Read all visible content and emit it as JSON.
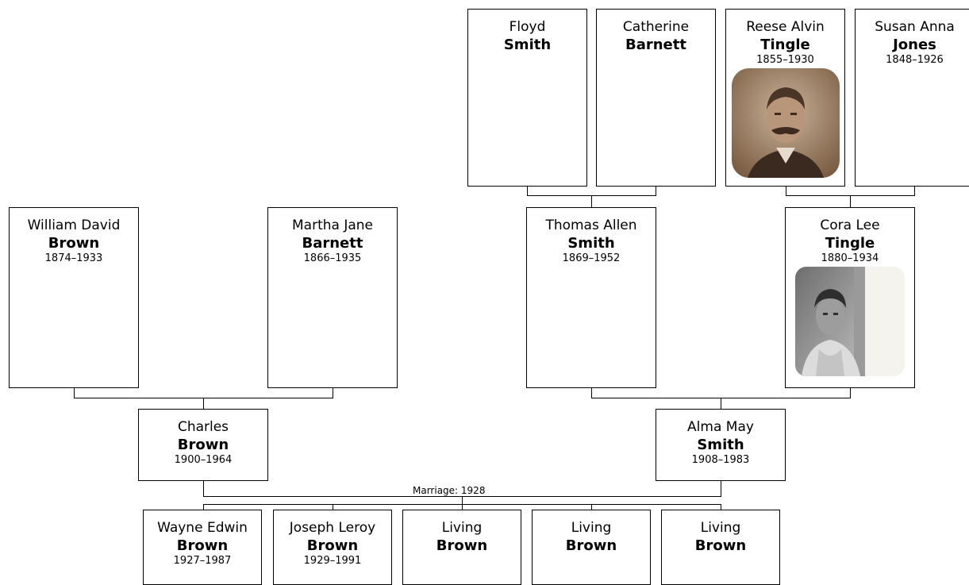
{
  "people": {
    "floyd_smith": {
      "given": "Floyd",
      "surname": "Smith",
      "dates": ""
    },
    "catherine_barnett": {
      "given": "Catherine",
      "surname": "Barnett",
      "dates": ""
    },
    "reese_tingle": {
      "given": "Reese Alvin",
      "surname": "Tingle",
      "dates": "1855–1930"
    },
    "susan_jones": {
      "given": "Susan Anna",
      "surname": "Jones",
      "dates": "1848–1926"
    },
    "william_brown": {
      "given": "William David",
      "surname": "Brown",
      "dates": "1874–1933"
    },
    "martha_barnett": {
      "given": "Martha Jane",
      "surname": "Barnett",
      "dates": "1866–1935"
    },
    "thomas_smith": {
      "given": "Thomas Allen",
      "surname": "Smith",
      "dates": "1869–1952"
    },
    "cora_tingle": {
      "given": "Cora Lee",
      "surname": "Tingle",
      "dates": "1880–1934"
    },
    "charles_brown": {
      "given": "Charles",
      "surname": "Brown",
      "dates": "1900–1964"
    },
    "alma_smith": {
      "given": "Alma May",
      "surname": "Smith",
      "dates": "1908–1983"
    },
    "wayne_brown": {
      "given": "Wayne Edwin",
      "surname": "Brown",
      "dates": "1927–1987"
    },
    "joseph_brown": {
      "given": "Joseph Leroy",
      "surname": "Brown",
      "dates": "1929–1991"
    },
    "living_brown_1": {
      "given": "Living",
      "surname": "Brown",
      "dates": ""
    },
    "living_brown_2": {
      "given": "Living",
      "surname": "Brown",
      "dates": ""
    },
    "living_brown_3": {
      "given": "Living",
      "surname": "Brown",
      "dates": ""
    }
  },
  "marriage_label": "Marriage: 1928",
  "colors": {
    "box_border": "#000000",
    "line": "#000000",
    "photo_sepia": "#8a6a4e"
  }
}
